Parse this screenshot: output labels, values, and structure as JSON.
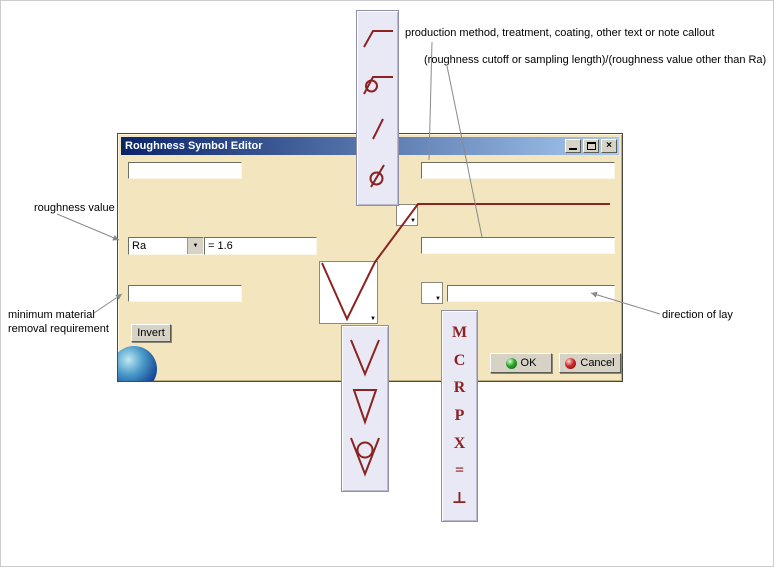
{
  "window": {
    "title": "Roughness Symbol Editor"
  },
  "window_controls": {
    "close_glyph": "×"
  },
  "fields": {
    "production_method": {
      "value": ""
    },
    "callout_text": {
      "value": ""
    },
    "roughness_parameter": {
      "selected": "Ra"
    },
    "roughness_value": {
      "value": "= 1.6"
    },
    "cutoff": {
      "value": ""
    },
    "min_material_removal": {
      "value": ""
    },
    "direction_of_lay_text": {
      "value": ""
    }
  },
  "buttons": {
    "invert": "Invert",
    "ok": "OK",
    "cancel": "Cancel"
  },
  "annotations": {
    "production_method": "production method, treatment, coating, other text or note callout",
    "roughness_cutoff": "(roughness cutoff or sampling length)/(roughness value other than Ra)",
    "roughness_value": "roughness value",
    "min_material_removal_line1": "minimum material",
    "min_material_removal_line2": "removal requirement",
    "direction_of_lay": "direction of lay"
  },
  "flyouts": {
    "callout_styles": [
      "angled-leader-line",
      "angled-leader-line-with-circle",
      "slash",
      "slash-with-circle"
    ],
    "symbol_types": [
      "basic-surface-v",
      "closed-triangle-material-removal",
      "v-with-circle-no-removal"
    ],
    "lay_options": [
      "M",
      "C",
      "R",
      "P",
      "X",
      "=",
      "⊥"
    ]
  },
  "colors": {
    "symbol_red": "#8b2323",
    "dialog_bg": "#f3e5bd",
    "titlebar_left": "#0a246a",
    "titlebar_right": "#a6caf0",
    "flyout_bg": "#e9e9f5",
    "button_face": "#d6d2c6",
    "leader_grey": "#8a8a8a"
  }
}
